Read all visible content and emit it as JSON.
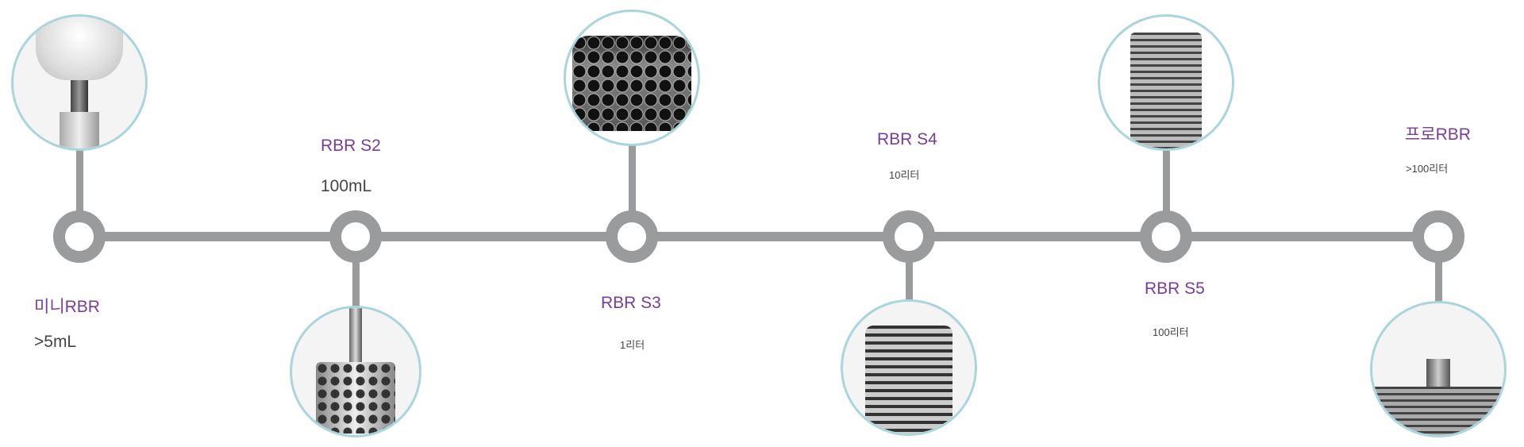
{
  "stages": [
    {
      "name": "미니RBR",
      "volume": ">5mL"
    },
    {
      "name": "RBR S2",
      "volume": "100mL"
    },
    {
      "name": "RBR S3",
      "volume": "1리터"
    },
    {
      "name": "RBR S4",
      "volume": "10리터"
    },
    {
      "name": "RBR S5",
      "volume": "100리터"
    },
    {
      "name": "프로RBR",
      "volume": ">100리터"
    }
  ],
  "colors": {
    "title": "#7a3d95",
    "line": "#9a9b9d",
    "photo_border": "#a9d5dd"
  }
}
